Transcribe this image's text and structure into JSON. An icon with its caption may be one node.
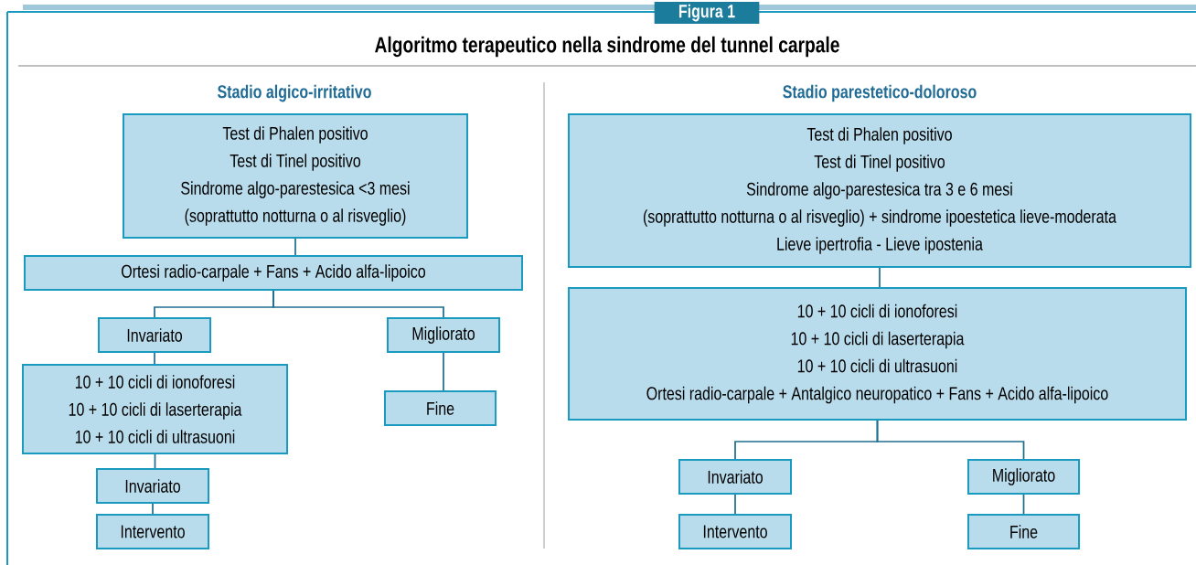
{
  "diagram": {
    "title": "Algoritmo terapeutico nella sindrome del tunnel carpale",
    "labels": [
      "Figura 1",
      "Stadio algico-irritativo",
      "Stadio parestetico-doloroso"
    ],
    "nodes": [
      {
        "text": [
          "Test di Phalen positivo",
          "Test di Tinel positivo",
          "Sindrome algo-parestesica <3 mesi",
          "(soprattutto notturna o al risveglio)"
        ]
      },
      {
        "text": [
          "Ortesi radio-carpale + Fans + Acido alfa-lipoico"
        ]
      },
      {
        "text": [
          "Invariato"
        ]
      },
      {
        "text": [
          "Migliorato"
        ]
      },
      {
        "text": [
          "10 + 10 cicli di ionoforesi",
          "10 + 10 cicli di laserterapia",
          "10 + 10 cicli di ultrasuoni"
        ]
      },
      {
        "text": [
          "Fine"
        ]
      },
      {
        "text": [
          "Invariato"
        ]
      },
      {
        "text": [
          "Intervento"
        ]
      },
      {
        "text": [
          "Test di Phalen positivo",
          "Test di Tinel positivo",
          "Sindrome algo-parestesica tra 3 e 6 mesi",
          "(soprattutto notturna o al risveglio) + sindrome ipoestetica lieve-moderata",
          "Lieve ipertrofia - Lieve ipostenia"
        ]
      },
      {
        "text": [
          "10 + 10 cicli di ionoforesi",
          "10 + 10 cicli di laserterapia",
          "10 + 10 cicli di ultrasuoni",
          "Ortesi radio-carpale + Antalgico neuropatico + Fans + Acido alfa-lipoico"
        ]
      },
      {
        "text": [
          "Invariato"
        ]
      },
      {
        "text": [
          "Migliorato"
        ]
      },
      {
        "text": [
          "Intervento"
        ]
      },
      {
        "text": [
          "Fine"
        ]
      }
    ],
    "edges": [
      {
        "from": 0,
        "to": 1,
        "arrow": "none"
      },
      {
        "from": 1,
        "to": 2,
        "arrow": "none"
      },
      {
        "from": 1,
        "to": 3,
        "arrow": "none"
      },
      {
        "from": 2,
        "to": 4,
        "arrow": "none"
      },
      {
        "from": 3,
        "to": 5,
        "arrow": "none"
      },
      {
        "from": 4,
        "to": 6,
        "arrow": "none"
      },
      {
        "from": 6,
        "to": 7,
        "arrow": "none"
      },
      {
        "from": 8,
        "to": 9,
        "arrow": "none"
      },
      {
        "from": 9,
        "to": 10,
        "arrow": "none"
      },
      {
        "from": 9,
        "to": 11,
        "arrow": "none"
      },
      {
        "from": 10,
        "to": 12,
        "arrow": "none"
      },
      {
        "from": 11,
        "to": 13,
        "arrow": "none"
      }
    ]
  }
}
